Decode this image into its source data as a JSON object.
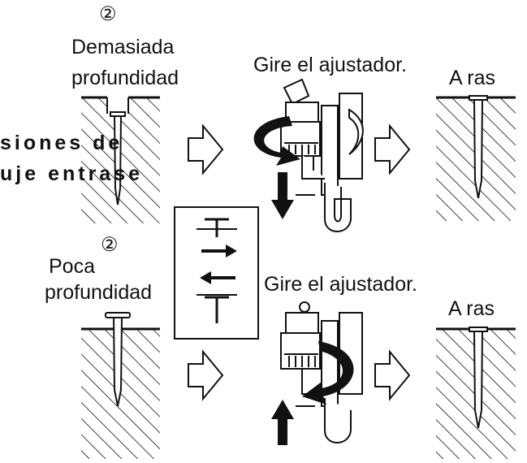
{
  "top": {
    "marker": "②",
    "condition_line1": "Demasiada",
    "condition_line2": "profundidad",
    "instruction": "Gire el ajustador.",
    "result": "A ras",
    "adjust_direction": "down"
  },
  "bottom": {
    "marker": "②",
    "condition_line1": "Poca",
    "condition_line2": "profundidad",
    "instruction": "Gire el ajustador.",
    "result": "A ras",
    "adjust_direction": "up"
  },
  "overlay_text": {
    "line1": "siones de",
    "line2": "uje entrase"
  },
  "colors": {
    "ink": "#111111",
    "background": "#ffffff"
  }
}
